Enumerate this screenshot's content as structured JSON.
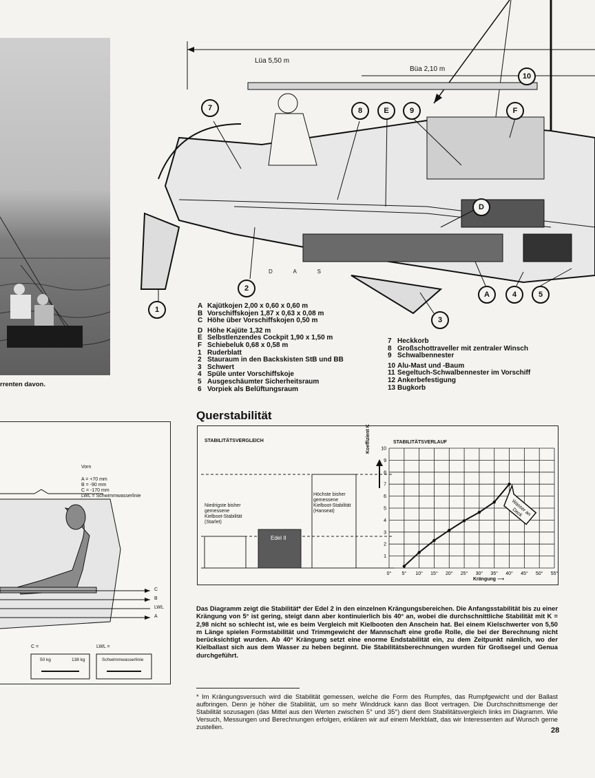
{
  "photo": {
    "caption": "rrenten davon."
  },
  "dimensions": {
    "loa": "Lüa 5,50 m",
    "beam": "Büa 2,10 m"
  },
  "drawing": {
    "stern_mark": "D A S"
  },
  "callouts": [
    "7",
    "8",
    "E",
    "9",
    "F",
    "10",
    "D",
    "2",
    "1",
    "3",
    "A",
    "4",
    "5"
  ],
  "legend_left": [
    {
      "key": "A",
      "text": "Kajütkojen 2,00 x 0,60 x 0,60 m"
    },
    {
      "key": "B",
      "text": "Vorschiffskojen 1,87 x 0,63 x 0,08 m"
    },
    {
      "key": "C",
      "text": "Höhe über Vorschiffskojen 0,50 m"
    },
    {
      "key": "D",
      "text": "Höhe Kajüte 1,32 m"
    },
    {
      "key": "E",
      "text": "Selbstlenzendes Cockpit 1,90 x 1,50 m"
    },
    {
      "key": "F",
      "text": "Schiebeluk 0,68 x 0,58 m"
    },
    {
      "key": "1",
      "text": "Ruderblatt"
    },
    {
      "key": "2",
      "text": "Stauraum in den Backskisten StB und BB"
    },
    {
      "key": "3",
      "text": "Schwert"
    },
    {
      "key": "4",
      "text": "Spüle unter Vorschiffskoje"
    },
    {
      "key": "5",
      "text": "Ausgeschäumter Sicherheitsraum"
    },
    {
      "key": "6",
      "text": "Vorpiek als Belüftungsraum"
    }
  ],
  "legend_right": [
    {
      "key": "7",
      "text": "Heckkorb"
    },
    {
      "key": "8",
      "text": "Großschottraveller mit zentraler Winsch"
    },
    {
      "key": "9",
      "text": "Schwalbennester"
    },
    {
      "key": "10",
      "text": "Alu-Mast und -Baum"
    },
    {
      "key": "11",
      "text": "Segeltuch-Schwalbennester im Vorschiff"
    },
    {
      "key": "12",
      "text": "Ankerbefestigung"
    },
    {
      "key": "13",
      "text": "Bugkorb"
    }
  ],
  "section_title": "Querstabilität",
  "comparison": {
    "title": "STABILITÄTSVERGLEICH",
    "low_label": "Niedrigste bisher gemessene Kielboot-Stabilität (Starlet)",
    "high_label": "Höchste bisher gemessene Kielboot-Stabilität (Hanseat)",
    "edel_label": "Edel II"
  },
  "chart_data": {
    "type": "line",
    "title": "STABILITÄTSVERLAUF",
    "xlabel": "Krängung",
    "ylabel": "Koeffizient K",
    "x_ticks": [
      "0°",
      "5°",
      "10°",
      "15°",
      "20°",
      "25°",
      "30°",
      "35°",
      "40°",
      "45°",
      "50°",
      "55°"
    ],
    "y_ticks": [
      "1",
      "2",
      "3",
      "4",
      "5",
      "6",
      "7",
      "8",
      "9",
      "10"
    ],
    "xlim": [
      0,
      55
    ],
    "ylim": [
      0,
      10
    ],
    "x": [
      5,
      10,
      15,
      20,
      25,
      30,
      35,
      40
    ],
    "y": [
      0.15,
      1.3,
      2.3,
      3.15,
      3.95,
      4.65,
      5.5,
      7.0
    ],
    "annotation": "Wasser an Deck"
  },
  "body_text": "Das Diagramm zeigt die Stabilität* der Edel 2 in den einzelnen Krängungsbereichen. Die Anfangsstabilität bis zu einer Krängung von 5° ist gering, steigt dann aber kontinuierlich bis 40° an, wobei die durchschnittliche Stabilität mit K = 2,98 nicht so schlecht ist, wie es beim Vergleich mit Kielbooten den Anschein hat. Bei einem Kielschwerter von 5,50 m Länge spielen Formstabilität und Trimmgewicht der Mannschaft eine große Rolle, die bei der Berechnung nicht berücksichtigt wurden. Ab 40° Krängung setzt eine enorme Endstabilität ein, zu dem Zeitpunkt nämlich, wo der Kielballast sich aus dem Wasser zu heben beginnt. Die Stabilitätsberechnungen wurden für Großsegel und Genua durchgeführt.",
  "footnote": "* Im Krängungsversuch wird die Stabilität gemessen, welche die Form des Rumpfes, das Rumpfgewicht und der Ballast aufbringen. Denn je höher die Stabilität, um so mehr Winddruck kann das Boot vertragen. Die Durchschnittsmenge der Stabilität sozusagen (das Mittel aus den Werten zwischen 5° und 35°) dient dem Stabilitätsvergleich links im Diagramm. Wie Versuch, Messungen und Berechnungen erfolgen, erklären wir auf einem Merkblatt, das wir Interessenten auf Wunsch gerne zustellen.",
  "page_number": "28",
  "left_figure": {
    "heading": "Vorn",
    "notes": [
      "A = +70 mm",
      "B = -90 mm",
      "C = -170 mm",
      "LWL = Schwimmwasserlinie"
    ],
    "lines": [
      "C",
      "B",
      "LWL",
      "A"
    ],
    "box_c_label": "C =",
    "box_c_values": [
      "50 kg",
      "138 kg"
    ],
    "box_lwl_label": "LWL =",
    "box_lwl_value": "Schwimmwasserlinie"
  }
}
